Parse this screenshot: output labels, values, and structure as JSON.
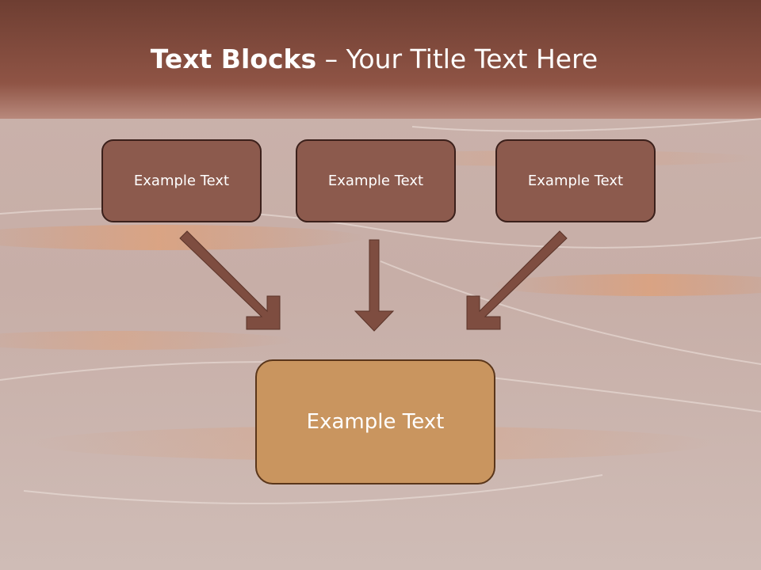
{
  "slide": {
    "title_bold": "Text Blocks",
    "title_dash": " – ",
    "title_rest": "Your Title Text Here"
  },
  "diagram": {
    "top_blocks": [
      {
        "label": "Example Text"
      },
      {
        "label": "Example Text"
      },
      {
        "label": "Example Text"
      }
    ],
    "bottom_block": {
      "label": "Example Text"
    }
  },
  "colors": {
    "top_block_fill": "#8c5a4d",
    "bottom_block_fill": "#c9955f",
    "arrow_fill": "#7e4d40",
    "header_band": "#7a4638"
  },
  "icons": {
    "arrow": "arrow-icon"
  }
}
